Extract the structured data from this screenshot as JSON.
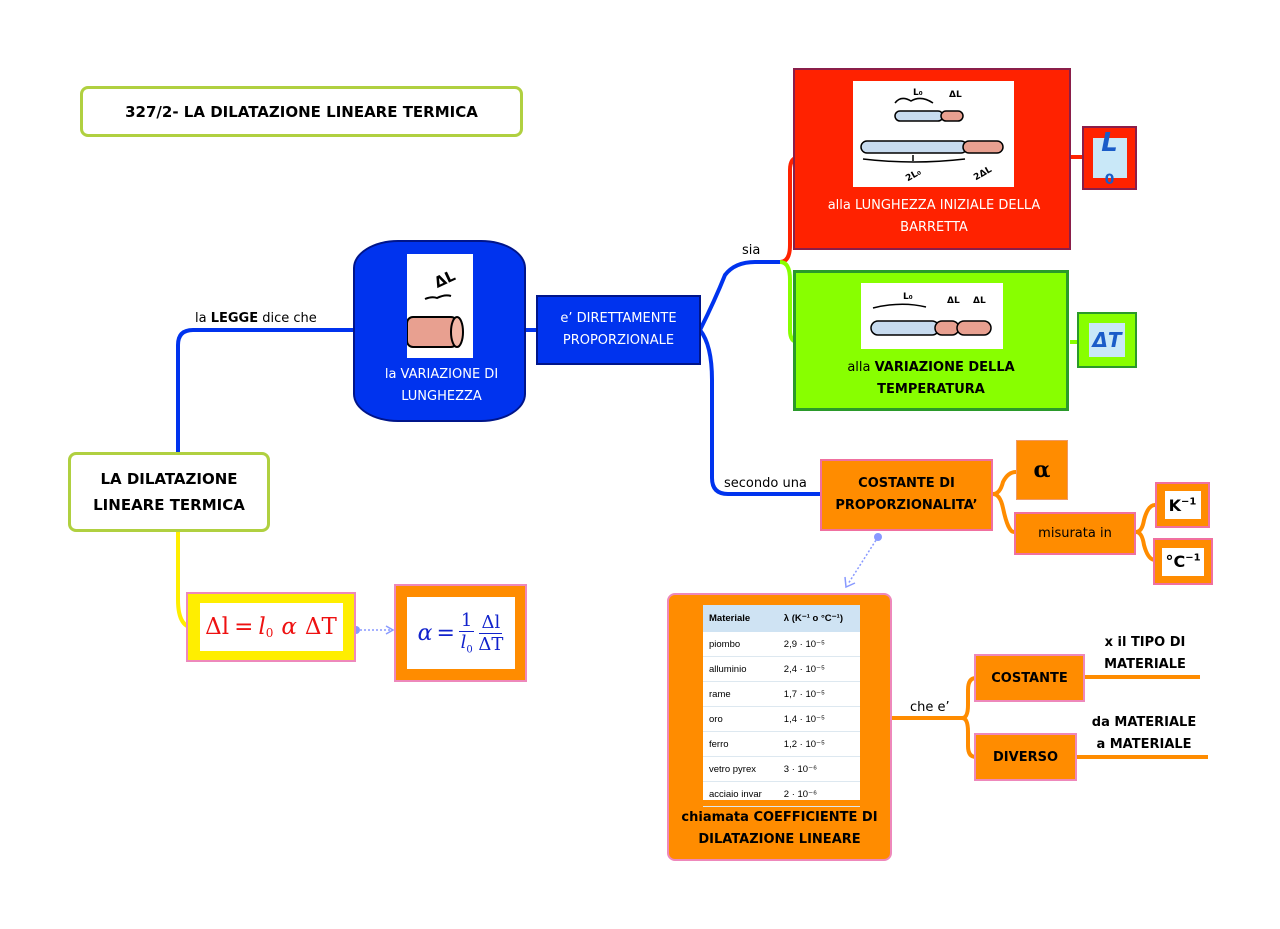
{
  "title": "327/2- LA DILATAZIONE LINEARE TERMICA",
  "root": {
    "line1": "LA DILATAZIONE",
    "line2": "LINEARE TERMICA"
  },
  "links": {
    "legge_pre": "la ",
    "legge_bold": "LEGGE",
    "legge_post": " dice che",
    "sia": "sia",
    "secondo": "secondo una",
    "che_e": "che e’"
  },
  "variazione": {
    "line1": "la VARIAZIONE DI",
    "line2": "LUNGHEZZA"
  },
  "direttamente": {
    "line1": "e’ DIRETTAMENTE",
    "line2": "PROPORZIONALE"
  },
  "lunghezza": {
    "line1": "alla LUNGHEZZA INIZIALE DELLA",
    "line2": "BARRETTA",
    "symbol": "L",
    "sub": "0"
  },
  "temperatura": {
    "pre": "alla ",
    "line1": "VARIAZIONE DELLA",
    "line2": "TEMPERATURA",
    "symbol": "ΔT"
  },
  "costante_prop": {
    "line1": "COSTANTE DI",
    "line2": "PROPORZIONALITA’",
    "symbol": "α"
  },
  "misurata": {
    "label": "misurata in",
    "unit1": "K",
    "unit1_exp": "−1",
    "unit2": "°C",
    "unit2_exp": "−1"
  },
  "formula": {
    "lhs": "Δl",
    "eq": "=",
    "l": "l",
    "sub": "0",
    "alpha": "α",
    "dT": "ΔT"
  },
  "formula2": {
    "alpha": "α",
    "eq": "=",
    "num1": "1",
    "den_l": "l",
    "den_sub": "0",
    "num2": "Δl",
    "den2": "ΔT"
  },
  "coeff": {
    "line1": "chiamata COEFFICIENTE DI",
    "line2": "DILATAZIONE LINEARE",
    "table": {
      "header": [
        "Materiale",
        "λ (K⁻¹ o °C⁻¹)"
      ],
      "rows": [
        [
          "piombo",
          "2,9 · 10⁻⁵"
        ],
        [
          "alluminio",
          "2,4 · 10⁻⁵"
        ],
        [
          "rame",
          "1,7 · 10⁻⁵"
        ],
        [
          "oro",
          "1,4 · 10⁻⁵"
        ],
        [
          "ferro",
          "1,2 · 10⁻⁵"
        ],
        [
          "vetro pyrex",
          "3 · 10⁻⁶"
        ],
        [
          "acciaio invar",
          "2 · 10⁻⁶"
        ]
      ]
    }
  },
  "costante": {
    "label": "COSTANTE",
    "note1": "x il TIPO DI",
    "note2": "MATERIALE"
  },
  "diverso": {
    "label": "DIVERSO",
    "note1": "da MATERIALE",
    "note2": "a MATERIALE"
  },
  "image_labels": {
    "l0": "L₀",
    "dl": "ΔL",
    "two_l0": "2L₀",
    "two_dl": "2ΔL"
  },
  "colors": {
    "blue": "#0033ee",
    "red": "#ff2200",
    "green": "#88ff00",
    "orange": "#ff8c00",
    "yellow": "#ffee00",
    "olive": "#a8c838"
  }
}
